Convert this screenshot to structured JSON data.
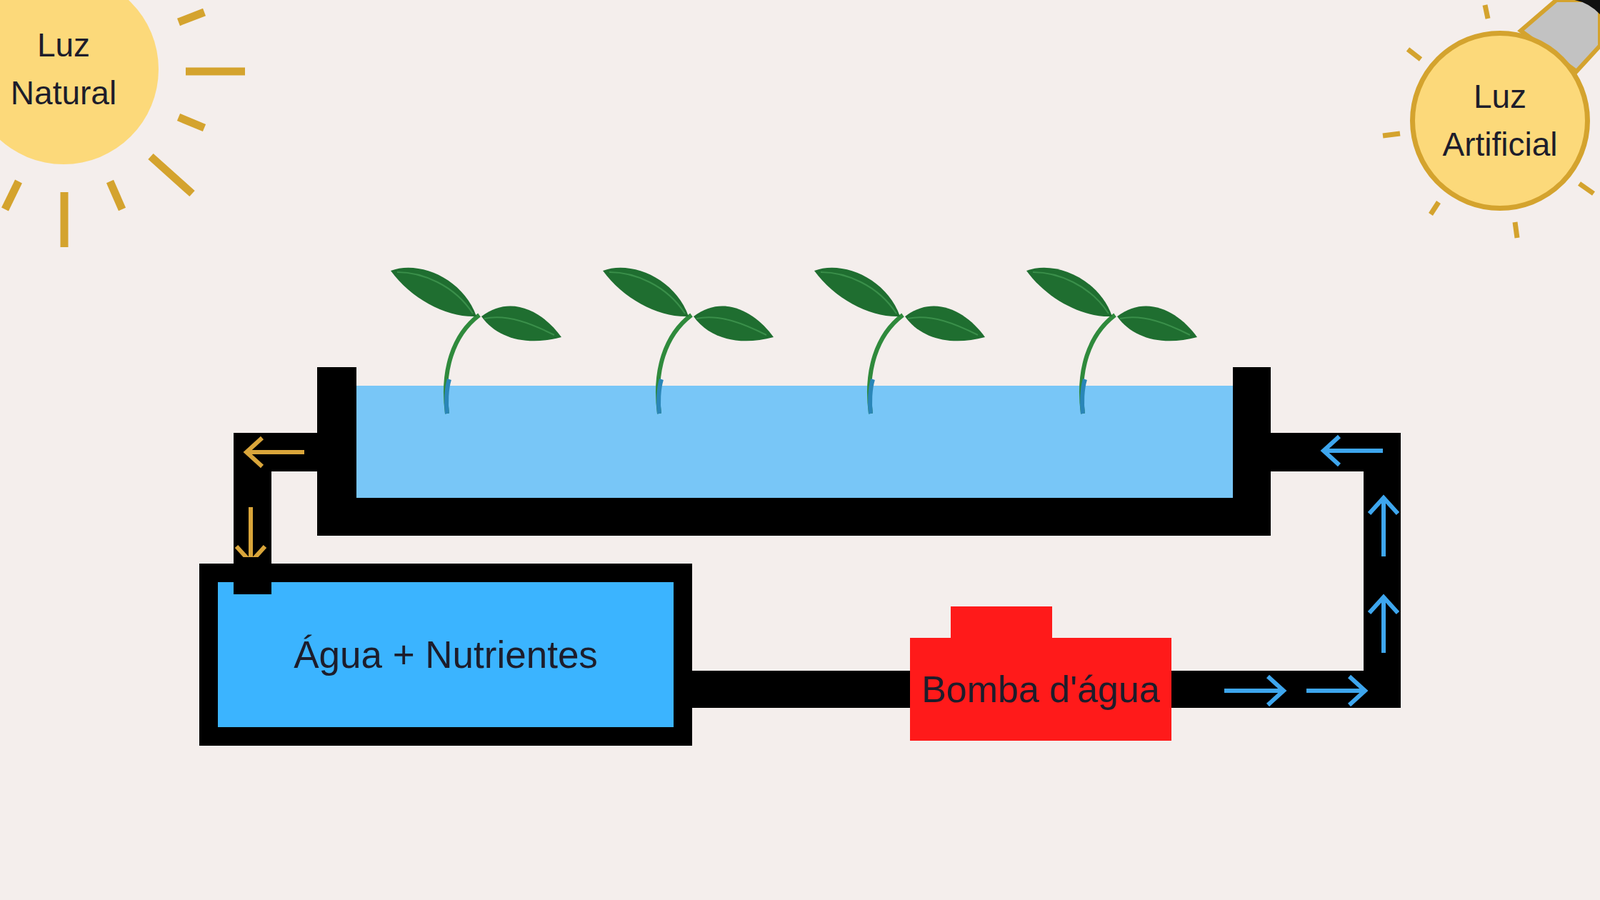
{
  "diagram": {
    "nodes": [
      {
        "text": [
          "Luz Natural"
        ]
      },
      {
        "text": [
          "Luz Artificial"
        ]
      },
      {
        "text": [
          "Água + Nutrientes"
        ]
      },
      {
        "text": [
          "Bomba d'água"
        ]
      }
    ],
    "edges": [
      {
        "from": 2,
        "to": 3,
        "arrow": "none"
      }
    ]
  }
}
